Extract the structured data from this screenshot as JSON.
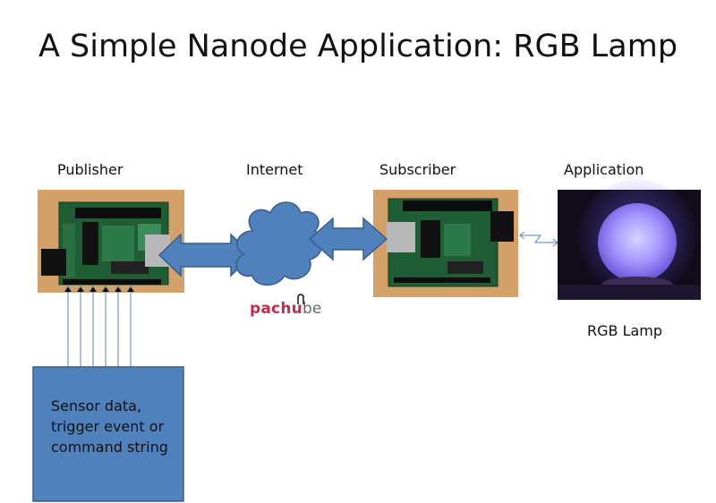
{
  "slide": {
    "title": "A Simple Nanode Application: RGB Lamp"
  },
  "columns": {
    "publisher": "Publisher",
    "internet": "Internet",
    "subscriber": "Subscriber",
    "application": "Application"
  },
  "pachube_logo": {
    "text_pink": "pachu",
    "text_grey": "be"
  },
  "lamp_caption": "RGB Lamp",
  "sensor_box": {
    "line1": "Sensor data,",
    "line2": "trigger event  or",
    "line3": "command string"
  },
  "colors": {
    "arrow_fill": "#4f81bd",
    "arrow_stroke": "#385d8a",
    "sensor_box_fill": "#4f81bd",
    "board_green": "#1f5d34",
    "board_background": "#d8a46e",
    "lamp_glow": "#9b8cff",
    "pachube_pink": "#c72b4c"
  },
  "icons": [
    "nanode-board-photo-publisher",
    "cloud-shape",
    "nanode-board-photo-subscriber",
    "rgb-lamp-photo"
  ]
}
